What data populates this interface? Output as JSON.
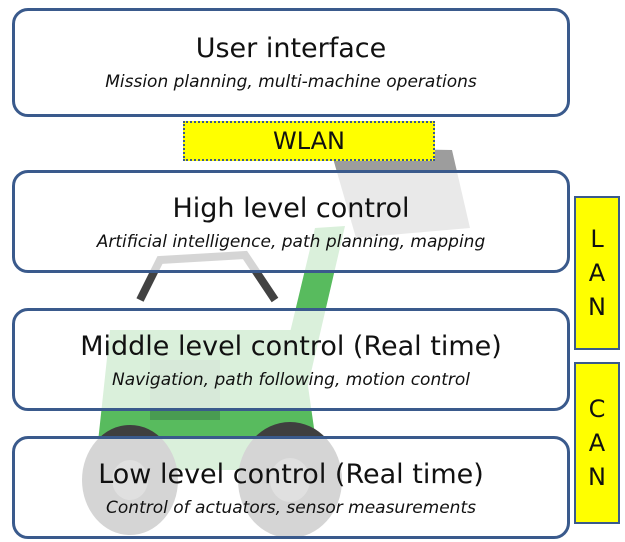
{
  "layers": [
    {
      "title": "User interface",
      "subtitle": "Mission planning, multi-machine operations"
    },
    {
      "title": "High level control",
      "subtitle": "Artificial intelligence, path planning, mapping"
    },
    {
      "title": "Middle level control (Real time)",
      "subtitle": "Navigation, path following, motion control"
    },
    {
      "title": "Low level control (Real time)",
      "subtitle": "Control of actuators, sensor measurements"
    }
  ],
  "links": {
    "wlan": "WLAN",
    "lan": [
      "L",
      "A",
      "N"
    ],
    "can": [
      "C",
      "A",
      "N"
    ]
  },
  "colors": {
    "box_border": "#3a5a8c",
    "link_fill": "#ffff00",
    "machine_body": "#3cb043"
  }
}
